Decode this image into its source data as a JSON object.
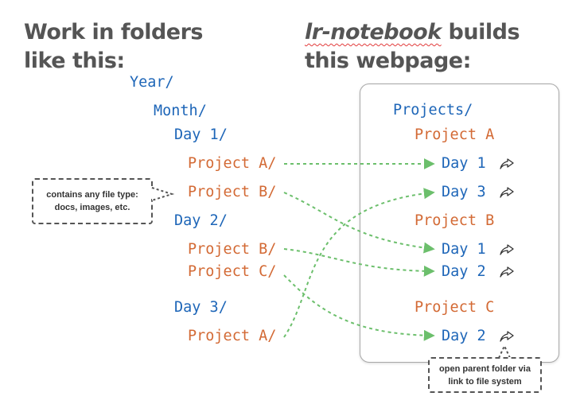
{
  "headings": {
    "left_line1": "Work in folders",
    "left_line2": "like this:",
    "right_brand": "lr-notebook",
    "right_line1_rest": " builds",
    "right_line2": "this webpage:"
  },
  "folder_tree": {
    "year": "Year/",
    "month": "Month/",
    "day1": "Day 1/",
    "day1_project_a": "Project A/",
    "day1_project_b": "Project B/",
    "day2": "Day 2/",
    "day2_project_b": "Project B/",
    "day2_project_c": "Project C/",
    "day3": "Day 3/",
    "day3_project_a": "Project A/"
  },
  "webpage": {
    "root": "Projects/",
    "project_a": "Project A",
    "project_a_days": [
      "Day 1",
      "Day 3"
    ],
    "project_b": "Project B",
    "project_b_days": [
      "Day 1",
      "Day 2"
    ],
    "project_c": "Project C",
    "project_c_days": [
      "Day 2"
    ]
  },
  "callouts": {
    "file_types_line1": "contains any file type:",
    "file_types_line2": "docs, images, etc.",
    "open_folder_line1": "open parent folder via",
    "open_folder_line2": "link to file system"
  },
  "icons": {
    "link": "share-arrow-icon"
  },
  "colors": {
    "folder_blue": "#1e66b8",
    "project_orange": "#d36a35",
    "link_green": "#6cbf6c",
    "heading_gray": "#555555"
  }
}
